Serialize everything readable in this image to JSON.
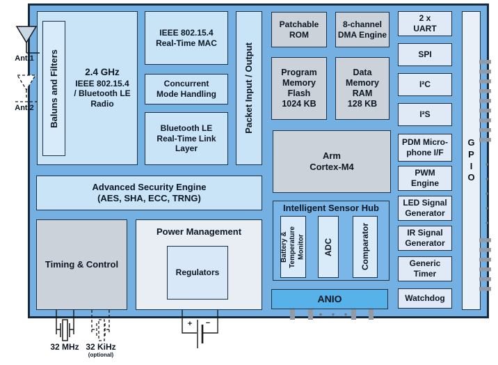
{
  "colors": {
    "chip_fill": "#74b1e2",
    "block_light_blue": "#c9e4f7",
    "block_gray": "#ccd2da",
    "anio_fill": "#58b2ea",
    "border_dark": "#1c2f42",
    "pin_stub_gray": "#949aa5"
  },
  "external": {
    "ant1_label": "Ant.1",
    "ant2_label": "Ant.2",
    "xtal_mhz_label": "32 MHz",
    "xtal_khz_label": "32 KiHz",
    "xtal_khz_note": "(optional)",
    "battery_plus": "+",
    "battery_minus": "−"
  },
  "blocks": {
    "baluns_filters": "Baluns and Filters",
    "radio_freq": "2.4 GHz",
    "radio_rest": "IEEE 802.15.4\n/ Bluetooth LE\nRadio",
    "mac": "IEEE 802.15.4\nReal-Time MAC",
    "concurrent": "Concurrent\nMode Handling",
    "btle_link": "Bluetooth LE\nReal-Time Link\nLayer",
    "packet_io": "Packet Input / Output",
    "patchable_rom": "Patchable\nROM",
    "dma_engine": "8-channel\nDMA Engine",
    "program_flash": "Program\nMemory\nFlash\n1024 KB",
    "data_ram": "Data\nMemory\nRAM\n128 KB",
    "cpu": "Arm\nCortex-M4",
    "security_engine": "Advanced Security Engine\n(AES, SHA, ECC, TRNG)",
    "timing_control": "Timing & Control",
    "power_management": "Power Management",
    "regulators": "Regulators",
    "sensor_hub_title": "Intelligent Sensor Hub",
    "battery_monitor": "Battery &\nTemperature\nMonitor",
    "adc": "ADC",
    "comparator": "Comparator",
    "anio": "ANIO",
    "gpio": "G\nP\nI\nO"
  },
  "peripherals": [
    "2 x\nUART",
    "SPI",
    "I²C",
    "I²S",
    "PDM Micro-\nphone I/F",
    "PWM\nEngine",
    "LED Signal\nGenerator",
    "IR Signal\nGenerator",
    "Generic\nTimer",
    "Watchdog"
  ]
}
